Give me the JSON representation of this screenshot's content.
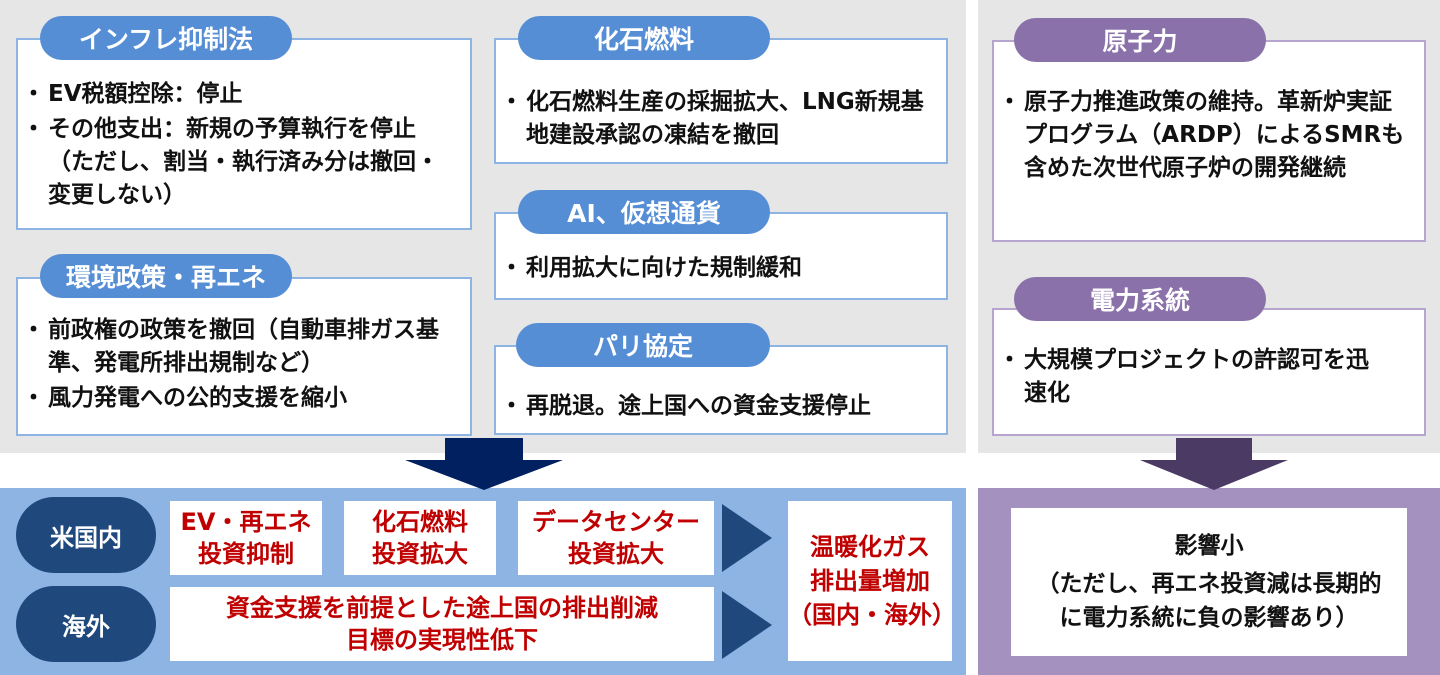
{
  "colors": {
    "panel_gray": "#e6e6e6",
    "blue_pill": "#558ed5",
    "blue_border": "#8eb4e3",
    "purple_pill": "#8a71aa",
    "purple_panel": "#a491c0",
    "navy": "#1f497d",
    "arrow_navy": "#002060",
    "arrow_purple": "#4b3a63",
    "red_text": "#c00000"
  },
  "policy_cards": {
    "ira": {
      "title": "インフレ抑制法",
      "bullets": [
        "EV税額控除：停止",
        "その他支出：新規の予算執行を停止（ただし、割当・執行済み分は撤回・変更しない）"
      ]
    },
    "environment": {
      "title": "環境政策・再エネ",
      "bullets": [
        "前政権の政策を撤回（自動車排ガス基準、発電所排出規制など）",
        "風力発電への公的支援を縮小"
      ]
    },
    "fossil": {
      "title": "化石燃料",
      "bullets": [
        "化石燃料生産の採掘拡大、LNG新規基地建設承認の凍結を撤回"
      ]
    },
    "ai_crypto": {
      "title": "AI、仮想通貨",
      "bullets": [
        "利用拡大に向けた規制緩和"
      ]
    },
    "paris": {
      "title": "パリ協定",
      "bullets": [
        "再脱退。途上国への資金支援停止"
      ]
    },
    "nuclear": {
      "title": "原子力",
      "bullets": [
        "原子力推進政策の維持。革新炉実証プログラム（ARDP）によるSMRも含めた次世代原子炉の開発継続"
      ]
    },
    "grid": {
      "title": "電力系統",
      "bullets": [
        "大規模プロジェクトの許認可を迅速化"
      ]
    }
  },
  "effects": {
    "domestic_label": "米国内",
    "overseas_label": "海外",
    "domestic_items": [
      [
        "EV・再エネ",
        "投資抑制"
      ],
      [
        "化石燃料",
        "投資拡大"
      ],
      [
        "データセンター",
        "投資拡大"
      ]
    ],
    "overseas_item": [
      "資金支援を前提とした途上国の排出削減",
      "目標の実現性低下"
    ],
    "result": [
      "温暖化ガス",
      "排出量増加",
      "（国内・海外）"
    ]
  },
  "impact": {
    "title": "影響小",
    "lines": [
      "（ただし、再エネ投資減は長期的",
      "に電力系統に負の影響あり）"
    ]
  }
}
